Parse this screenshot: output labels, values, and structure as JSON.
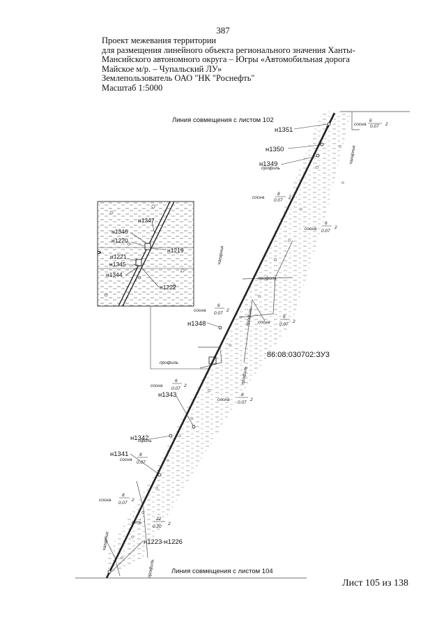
{
  "page": {
    "number": "387"
  },
  "header": {
    "lines": [
      "Проект межевания территории",
      "для размещения линейного объекта регионального значения Ханты-",
      "Мансийского автономного округа – Югры  «Автомобильная дорога",
      "Майское м/р. – Чупальский ЛУ»",
      "Землепользователь ОАО \"НК \"Роснефть\"",
      "Масштаб 1:5000"
    ]
  },
  "map": {
    "match_line_top": "Линия совмещения с листом 102",
    "match_line_bottom": "Линия совмещения с листом 104",
    "cadastral_number": "86:08:030702:ЗУ3",
    "points": {
      "n1351": "н1351",
      "n1350": "н1350",
      "n1349": "н1349",
      "n1348": "н1348",
      "n1343": "н1343",
      "n1342": "н1342",
      "n1341": "н1341",
      "n1223_1226": "н1223-н1226"
    },
    "inset_points": {
      "n1347": "н1347",
      "n1346": "н1346",
      "n1220": "н1220",
      "n1219": "н1219",
      "n1221": "н1221",
      "n1345": "н1345",
      "n1344": "н1344",
      "n1222": "н1222"
    }
  },
  "footer": {
    "sheet": "Лист 105 из 138"
  }
}
